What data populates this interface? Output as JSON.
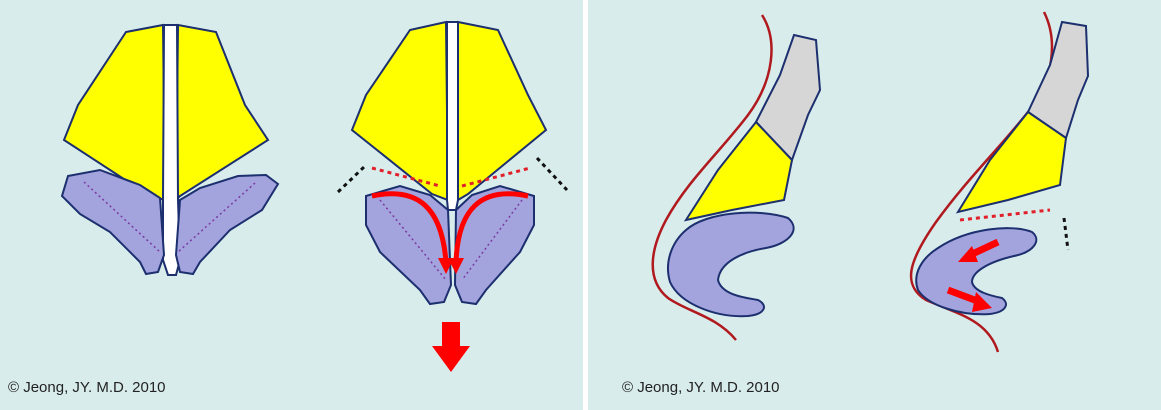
{
  "panels": [
    {
      "id": "left",
      "copyright": "© Jeong, JY. M.D. 2010"
    },
    {
      "id": "right",
      "copyright": "© Jeong, JY. M.D. 2010"
    }
  ],
  "colors": {
    "background": "#d9ecec",
    "upper_cartilage": "#ffff00",
    "lower_cartilage": "#a3a3dd",
    "septum": "#ffffff",
    "nasal_bone": "#d6d6d6",
    "outline": "#1c2f6e",
    "skin_line": "#b0191e",
    "arrow": "#ff0000",
    "dotted_red": "#e0202a",
    "dotted_black": "#111111"
  }
}
